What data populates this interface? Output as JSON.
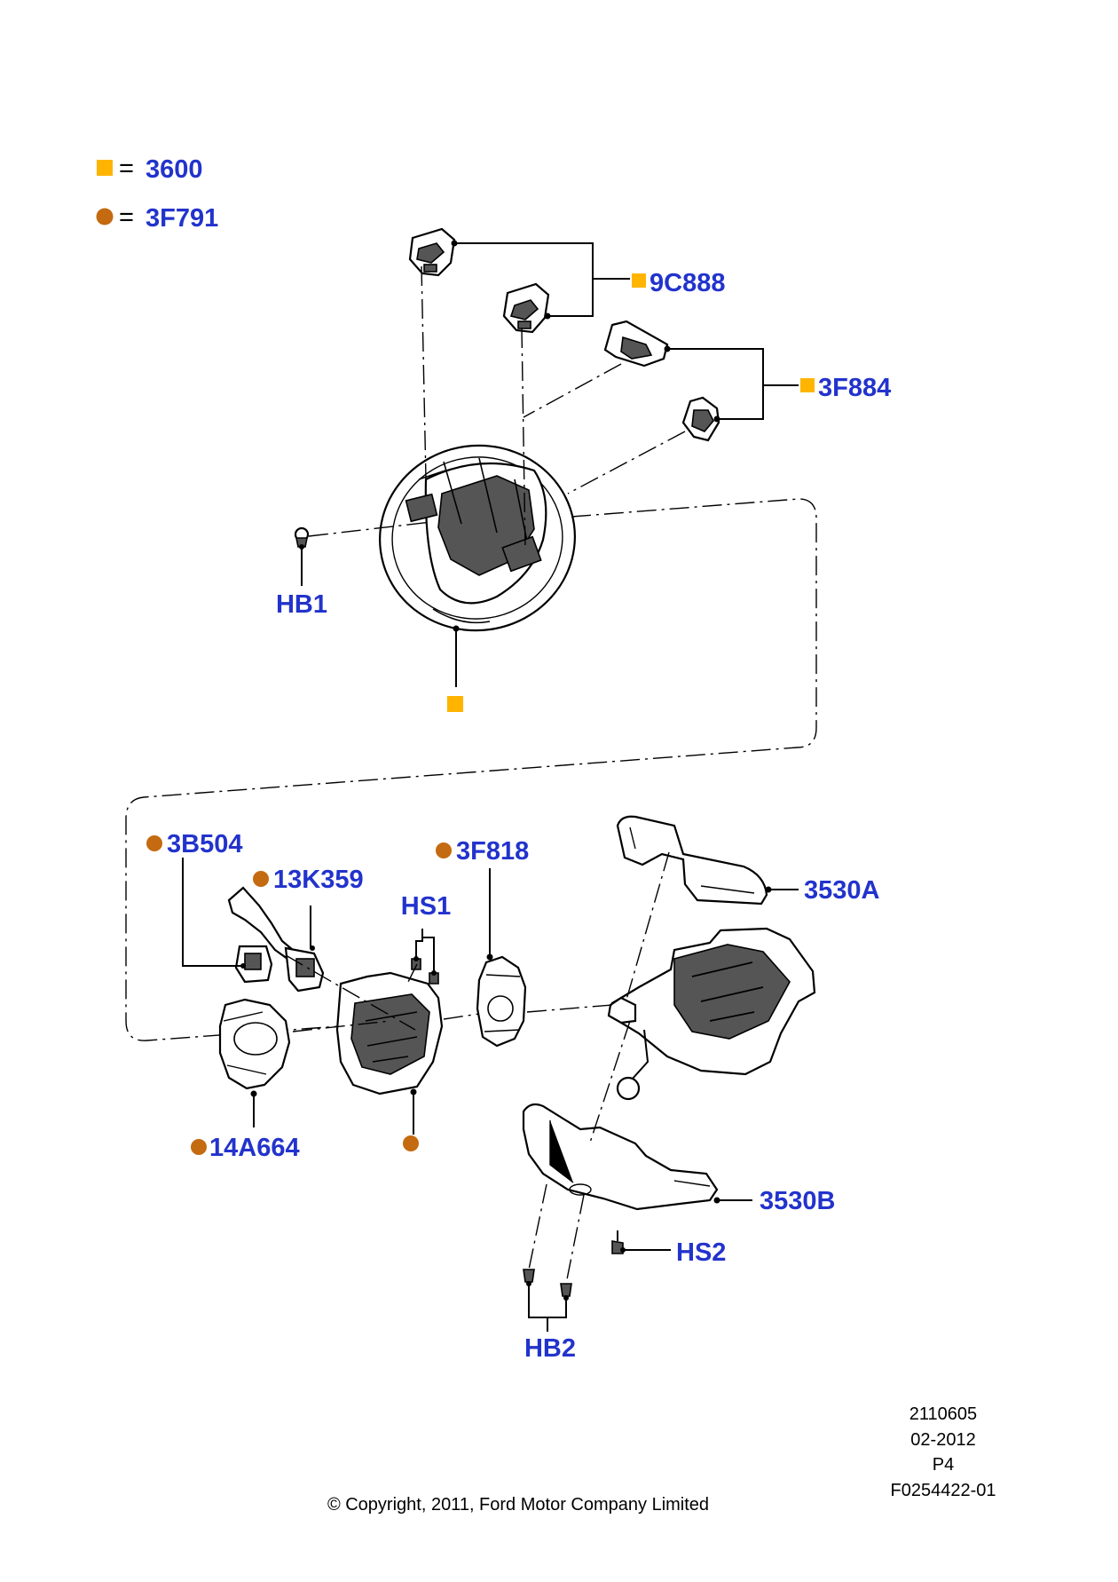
{
  "legend": {
    "square_code": "3600",
    "circle_code": "3F791",
    "equals": "=",
    "square_color": "#ffb400",
    "circle_color": "#c46a10",
    "label_color": "#2233cc"
  },
  "callouts": {
    "c9C888": "9C888",
    "c3F884": "3F884",
    "cHB1": "HB1",
    "c3B504": "3B504",
    "c13K359": "13K359",
    "c3F818": "3F818",
    "cHS1": "HS1",
    "c3530A": "3530A",
    "c14A664": "14A664",
    "c3530B": "3530B",
    "cHS2": "HS2",
    "cHB2": "HB2"
  },
  "info": {
    "line1": "2110605",
    "line2": "02-2012",
    "line3": "P4",
    "line4": "F0254422-01"
  },
  "copyright": "© Copyright, 2011, Ford Motor Company Limited"
}
